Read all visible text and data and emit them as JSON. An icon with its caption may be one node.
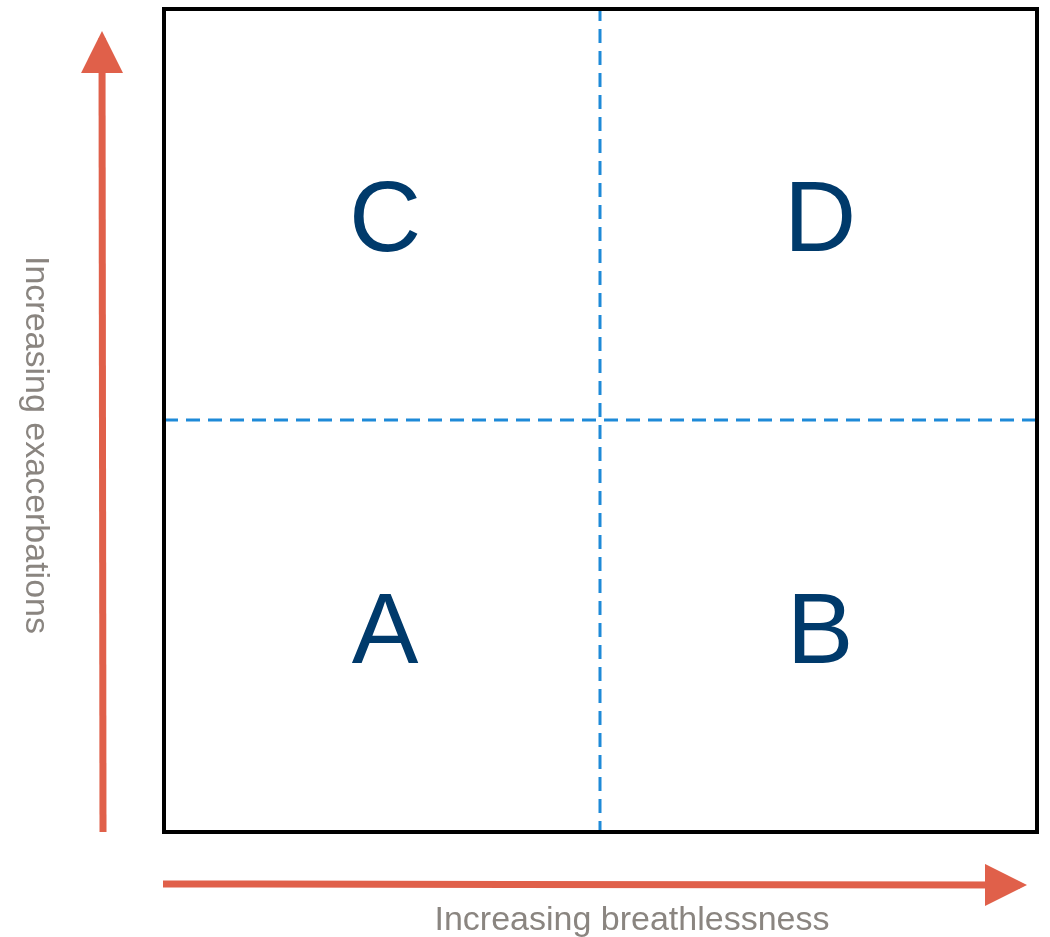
{
  "diagram": {
    "nodes": [
      {
        "text": [
          "C"
        ]
      },
      {
        "text": [
          "D"
        ]
      },
      {
        "text": [
          "A"
        ]
      },
      {
        "text": [
          "B"
        ]
      }
    ],
    "labels": [
      "Increasing exacerbations",
      "Increasing breathlessness"
    ]
  }
}
